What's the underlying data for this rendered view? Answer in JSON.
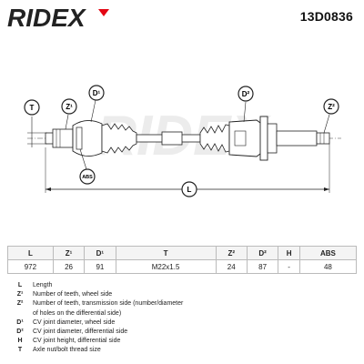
{
  "brand": "RIDEX",
  "part_number": "13D0836",
  "watermark": "RIDEX",
  "callouts": {
    "T": "T",
    "Z1": "Z¹",
    "D1": "D¹",
    "D2": "D²",
    "Z2": "Z²",
    "ABS": "ABS",
    "L": "L"
  },
  "table": {
    "headers": [
      "L",
      "Z¹",
      "D¹",
      "T",
      "Z²",
      "D²",
      "H",
      "ABS"
    ],
    "values": [
      "972",
      "26",
      "91",
      "M22x1.5",
      "24",
      "87",
      "-",
      "48"
    ]
  },
  "legend": [
    {
      "key": "L",
      "text": "Length"
    },
    {
      "key": "Z¹",
      "text": "Number of teeth, wheel side"
    },
    {
      "key": "Z²",
      "text": "Number of teeth, transmission side (number/diameter"
    },
    {
      "key": "",
      "text": "of holes on the differential side)"
    },
    {
      "key": "D¹",
      "text": "CV joint diameter, wheel side"
    },
    {
      "key": "D²",
      "text": "CV joint diameter, differential side"
    },
    {
      "key": "H",
      "text": "CV joint height, differential side"
    },
    {
      "key": "T",
      "text": "Axle nut/bolt thread size"
    }
  ],
  "colors": {
    "accent": "#e30613",
    "dark": "#222222",
    "watermark": "#e8e8e8"
  }
}
